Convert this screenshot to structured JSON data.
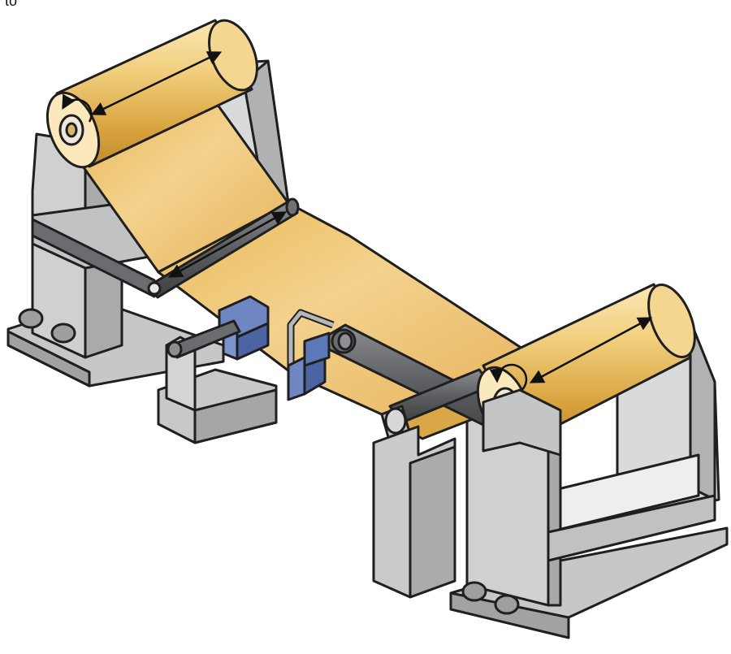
{
  "caption_fragment": "to",
  "colors": {
    "web": "#e7b755",
    "web_light": "#f6dc9c",
    "frame_light": "#d8d9da",
    "frame_mid": "#b7b8ba",
    "frame_dark": "#8e9093",
    "sensor_blue": "#5d78b8",
    "outline": "#1f1f1f"
  },
  "components": [
    "unwind-roll",
    "rewind-roll",
    "unwind-stand",
    "rewind-stand",
    "guide-roller",
    "dancer-arm",
    "web-guide-sensor",
    "edge-sensor",
    "actuator-box"
  ]
}
